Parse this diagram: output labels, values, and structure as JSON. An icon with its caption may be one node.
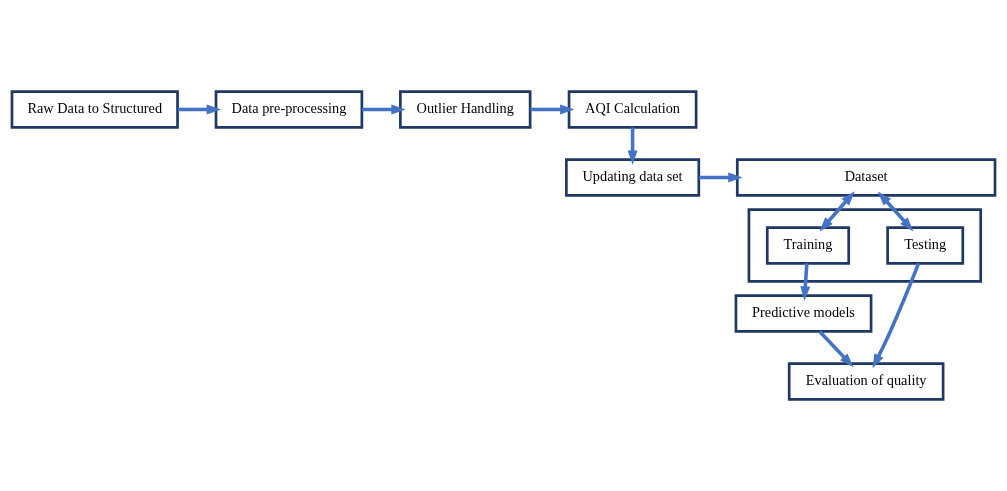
{
  "diagram": {
    "nodes": [
      {
        "text": [
          "Raw Data to Structured"
        ]
      },
      {
        "text": [
          "Data pre-processing"
        ]
      },
      {
        "text": [
          "Outlier Handling"
        ]
      },
      {
        "text": [
          "AQI Calculation"
        ]
      },
      {
        "text": [
          "Updating data set"
        ]
      },
      {
        "text": [
          "Dataset"
        ]
      },
      {
        "text": [],
        "shape": "box"
      },
      {
        "text": [
          "Training"
        ],
        "in": 6
      },
      {
        "text": [
          "Testing"
        ],
        "in": 6
      },
      {
        "text": [
          "Predictive models"
        ]
      },
      {
        "text": [
          "Evaluation of quality"
        ]
      }
    ],
    "edges": [
      {
        "from": 0,
        "to": 1,
        "arrow": "to"
      },
      {
        "from": 1,
        "to": 2,
        "arrow": "to"
      },
      {
        "from": 2,
        "to": 3,
        "arrow": "to"
      },
      {
        "from": 3,
        "to": 4,
        "arrow": "to"
      },
      {
        "from": 4,
        "to": 5,
        "arrow": "to"
      },
      {
        "from": 5,
        "to": 7,
        "arrow": "both"
      },
      {
        "from": 5,
        "to": 8,
        "arrow": "both"
      },
      {
        "from": 7,
        "to": 9,
        "arrow": "to"
      },
      {
        "from": 8,
        "to": 10,
        "arrow": "to"
      },
      {
        "from": 9,
        "to": 10,
        "arrow": "to"
      }
    ]
  }
}
